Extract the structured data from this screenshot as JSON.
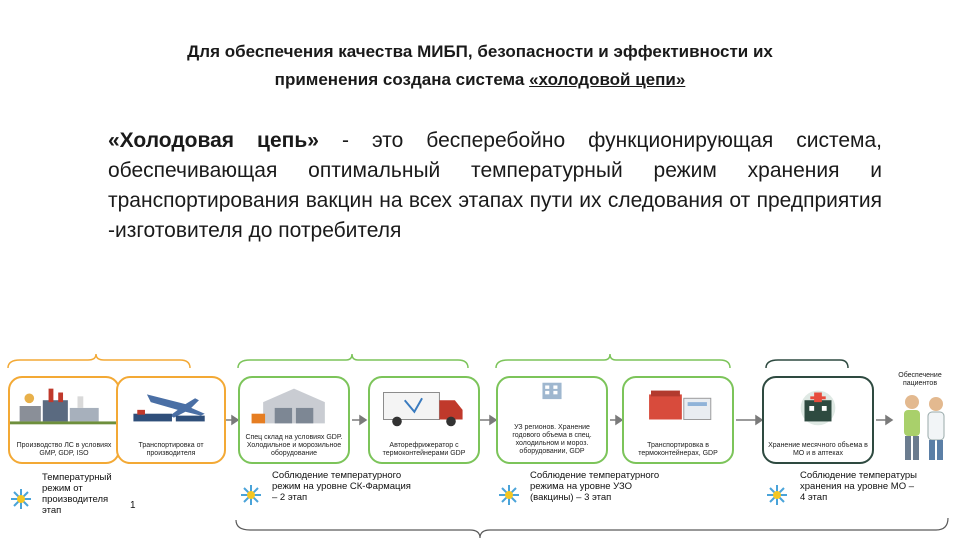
{
  "heading": {
    "line1": "Для обеспечения качества МИБП, безопасности и эффективности их",
    "line2_prefix": "применения создана система ",
    "line2_underlined": "«холодовой цепи»"
  },
  "definition": {
    "term": "«Холодовая цепь»",
    "text": " -   это бесперебойно функционирующая система, обеспечивающая оптимальный температурный режим хранения и транспортирования вакцин на всех этапах пути их следования от предприятия -изготовителя до потребителя"
  },
  "cards": [
    {
      "caption": "Производство ЛС в условиях GMP, GDP, ISO"
    },
    {
      "caption": "Транспортировка от производителя"
    },
    {
      "caption": "Спец склад на условиях GDP. Холодильное и морозильное оборудование"
    },
    {
      "caption": "Авторефрижератор с термоконтейнерами GDP"
    },
    {
      "caption": "УЗ регионов. Хранение годового объема в спец. холодильном и мороз. оборудовании, GDP"
    },
    {
      "caption": "Транспортировка в термоконтейнерах, GDP"
    },
    {
      "caption": "Хранение месячного объема в МО и в аптеках"
    }
  ],
  "patient_label": "Обеспечение пациентов",
  "stages": [
    {
      "text": "Температурный режим от производителя",
      "tail": "этап",
      "num": "1"
    },
    {
      "text": "Соблюдение температурного режим на уровне СК-Фармация – 2 этап"
    },
    {
      "text": "Соблюдение температурного режима на уровне УЗО (вакцины) – 3 этап"
    },
    {
      "text": "Соблюдение температуры хранения на уровне МО – 4 этап"
    }
  ],
  "colors": {
    "orange": "#f3a935",
    "green": "#7cc45a",
    "dark": "#2e4a40",
    "arrow": "#7a7a7a"
  }
}
